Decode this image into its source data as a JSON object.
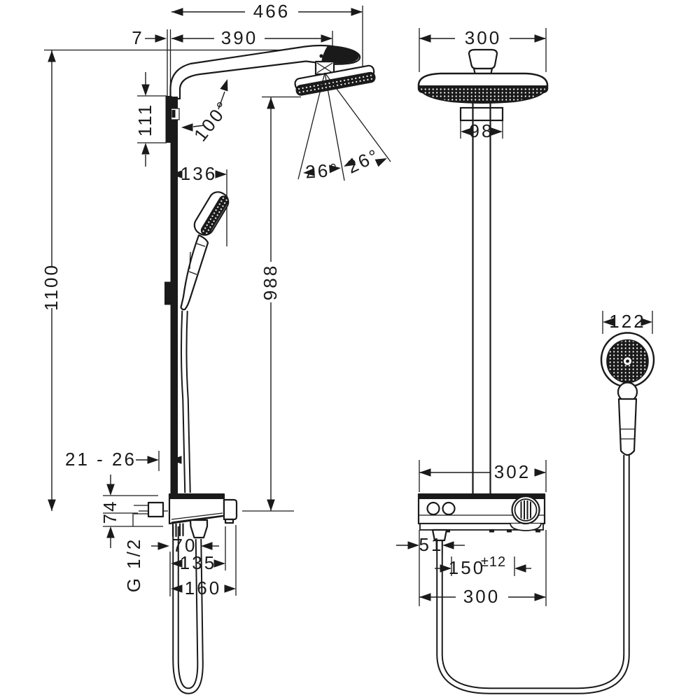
{
  "drawing": {
    "background": "#ffffff",
    "line_color": "#1a1a1a",
    "side_view": {
      "dims": {
        "total_reach": "466",
        "arm_reach": "390",
        "top_offset": "7",
        "wall_bracket_height": "111",
        "arm_angle": "100°",
        "spray_angle_left": "26°",
        "spray_angle_right": "26°",
        "holder_offset": "136",
        "total_height": "1100",
        "head_height": "988",
        "wall_clearance": "21 - 26",
        "valve_body_height": "74",
        "hose_connection_thread": "G 1/2",
        "outlet_offset": "70",
        "valve_depth": "135",
        "valve_total_depth": "160"
      }
    },
    "front_view": {
      "dims": {
        "head_width": "300",
        "arm_flange_width": "98",
        "handshower_width": "122",
        "valve_shelf_width": "302",
        "hose_outlet_offset": "51",
        "supply_spacing": "150",
        "supply_spacing_tolerance": "±12",
        "valve_width": "300"
      }
    }
  }
}
